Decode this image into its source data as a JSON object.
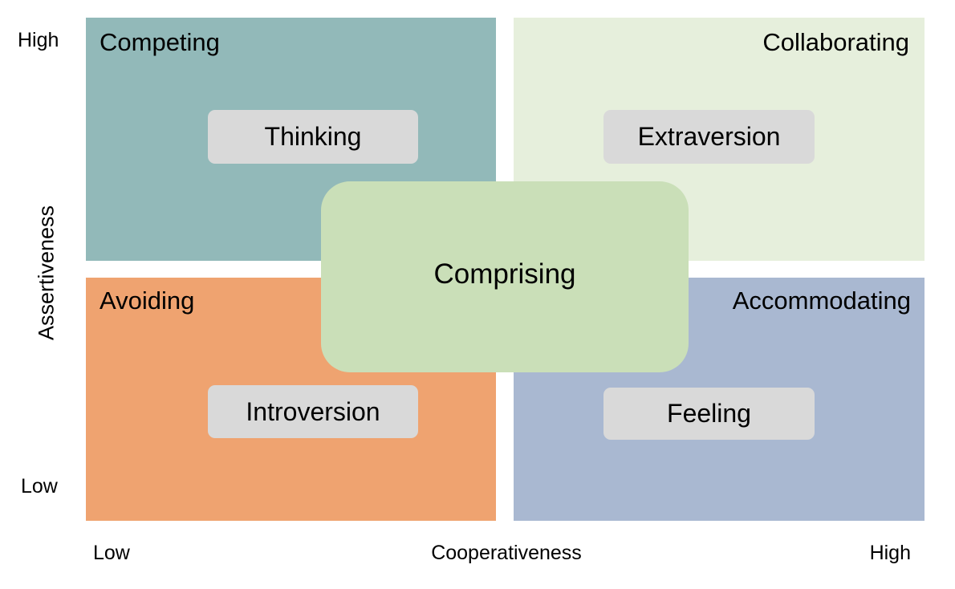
{
  "quadrants": {
    "top_left": {
      "label": "Competing",
      "trait": "Thinking",
      "color": "#92b9b9"
    },
    "top_right": {
      "label": "Collaborating",
      "trait": "Extraversion",
      "color": "#e6efdc"
    },
    "bottom_left": {
      "label": "Avoiding",
      "trait": "Introversion",
      "color": "#efa370"
    },
    "bottom_right": {
      "label": "Accommodating",
      "trait": "Feeling",
      "color": "#a9b8d1"
    }
  },
  "center": {
    "label": "Comprising",
    "color": "#cadfb8"
  },
  "y_axis": {
    "title": "Assertiveness",
    "high": "High",
    "low": "Low"
  },
  "x_axis": {
    "title": "Cooperativeness",
    "low": "Low",
    "high": "High"
  }
}
